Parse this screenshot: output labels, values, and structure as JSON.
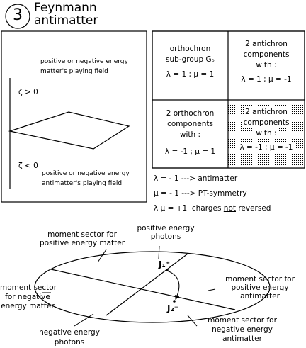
{
  "header": {
    "number": "3",
    "title_line1": "Feynmann",
    "title_line2": "antimatter"
  },
  "left_panel": {
    "top_label_line1": "positive or negative energy",
    "top_label_line2": "matter's playing field",
    "zeta_pos": "ζ > 0",
    "zeta_neg": "ζ < 0",
    "bottom_label_line1": "positive or negative energy",
    "bottom_label_line2": "antimatter's playing field"
  },
  "table": {
    "tl": [
      "orthochron",
      "sub-group Gₒ",
      "λ = 1 ;  μ = 1"
    ],
    "tr": [
      "2 antichron",
      "components",
      "with :",
      "λ = 1 ;  μ = -1"
    ],
    "bl": [
      "2 orthochron",
      "components",
      "with :",
      "λ = -1 ;  μ = 1"
    ],
    "br": [
      "2 antichron",
      "components",
      "with :",
      "λ = -1 ;  μ = -1"
    ]
  },
  "legend": {
    "line1": "λ = - 1 ---> antimatter",
    "line2": "μ = - 1 ---> PT-symmetry",
    "line3_prefix": "λ μ = +1  charges ",
    "line3_underlined": "not",
    "line3_suffix": " reversed"
  },
  "ellipse_diagram": {
    "pos_matter": [
      "moment sector for",
      "positive energy matter"
    ],
    "pos_photons": [
      "positive energy",
      "photons"
    ],
    "neg_matter": [
      "moment sector",
      "for negative",
      "energy matter"
    ],
    "pos_antimatter": [
      "moment sector for",
      "positive energy",
      "antimatter"
    ],
    "neg_photons": [
      "negative energy",
      "photons"
    ],
    "neg_antimatter": [
      "moment sector for",
      "negative energy",
      "antimatter"
    ],
    "j1": "J₁⁺",
    "j2": "J₂⁻"
  }
}
